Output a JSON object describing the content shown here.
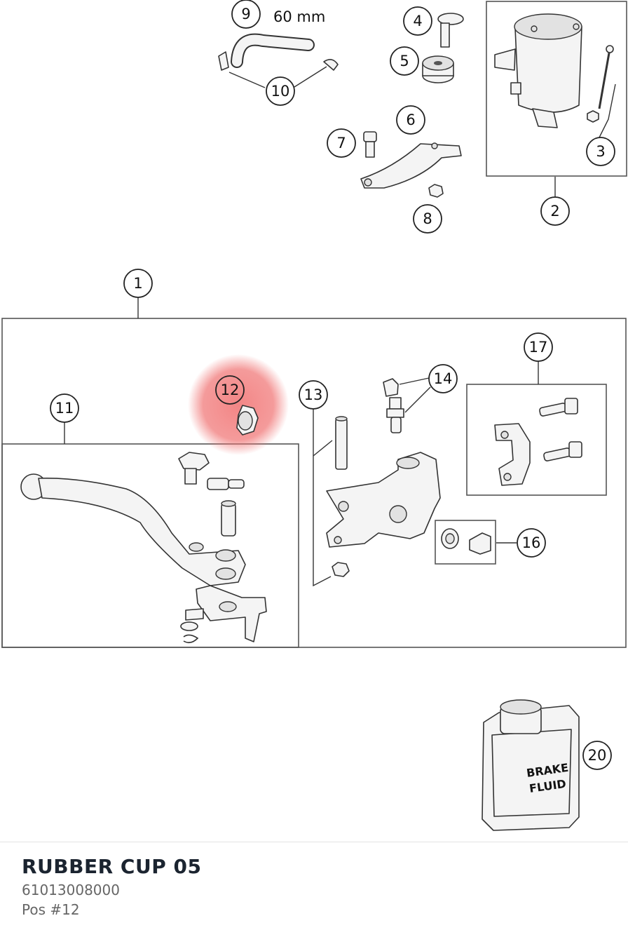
{
  "diagram": {
    "callouts": [
      "1",
      "2",
      "3",
      "4",
      "5",
      "6",
      "7",
      "8",
      "9",
      "10",
      "11",
      "12",
      "13",
      "14",
      "16",
      "17",
      "20"
    ],
    "dimension_label": "60 mm",
    "bottle_text_line1": "BRAKE",
    "bottle_text_line2": "FLUID",
    "highlight_color": "#f07070",
    "highlighted_position": "12"
  },
  "part": {
    "name": "RUBBER CUP 05",
    "number": "61013008000",
    "position": "Pos #12"
  }
}
